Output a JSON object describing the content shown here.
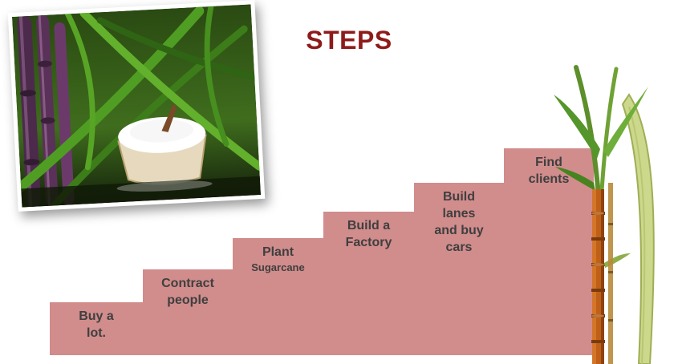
{
  "title": "STEPS",
  "colors": {
    "title": "#8e1b1b",
    "step_fill": "#d18c8c",
    "step_text": "#3f3f3f"
  },
  "steps": [
    {
      "name": "buy-a-lot",
      "label": "Buy a lot.",
      "lines": [
        "Buy a",
        "lot."
      ]
    },
    {
      "name": "contract-people",
      "label": "Contract people",
      "lines": [
        "Contract",
        "people"
      ]
    },
    {
      "name": "plant-sugarcane",
      "label": "Plant Sugarcane",
      "lines": [
        "Plant",
        "Sugarcane"
      ]
    },
    {
      "name": "build-a-factory",
      "label": "Build a Factory",
      "lines": [
        "Build a",
        "Factory"
      ]
    },
    {
      "name": "build-lanes-and-buy-cars",
      "label": "Build lanes and buy cars",
      "lines": [
        "Build",
        "lanes",
        "and buy",
        "cars"
      ]
    },
    {
      "name": "find-clients",
      "label": "Find clients",
      "lines": [
        "Find",
        "clients"
      ]
    }
  ],
  "images": {
    "photo": "sugarcane-field-with-sugar-photo",
    "illustration": "sugarcane-stalk-botanical-illustration"
  }
}
